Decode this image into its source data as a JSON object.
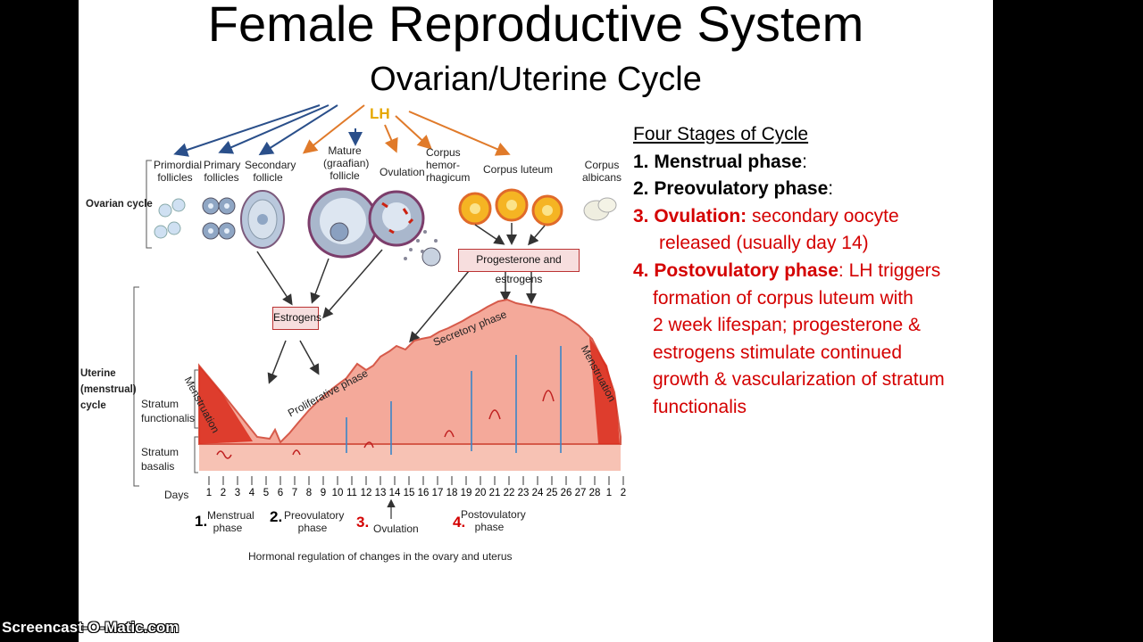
{
  "slide": {
    "title": "Female Reproductive System",
    "subtitle": "Ovarian/Uterine Cycle"
  },
  "diagram": {
    "lh": "LH",
    "ovarian_cycle_label": "Ovarian cycle",
    "uterine_cycle_label": "Uterine (menstrual) cycle",
    "follicles": {
      "primordial": "Primordial follicles",
      "primary": "Primary follicles",
      "secondary": "Secondary follicle",
      "mature": "Mature (graafian) follicle",
      "ovulation": "Ovulation",
      "corpus_hemorrhagicum": "Corpus hemor- rhagicum",
      "corpus_luteum": "Corpus luteum",
      "corpus_albicans": "Corpus albicans"
    },
    "progesterone_box": "Progesterone and estrogens",
    "estrogens_box": "Estrogens",
    "layers": {
      "functionalis": "Stratum functionalis",
      "basalis": "Stratum basalis"
    },
    "phases": {
      "menstruation_left": "Menstruation",
      "proliferative": "Proliferative phase",
      "secretory": "Secretory phase",
      "menstruation_right": "Menstruation"
    },
    "days_label": "Days",
    "days": [
      "1",
      "2",
      "3",
      "4",
      "5",
      "6",
      "7",
      "8",
      "9",
      "10",
      "11",
      "12",
      "13",
      "14",
      "15",
      "16",
      "17",
      "18",
      "19",
      "20",
      "21",
      "22",
      "23",
      "24",
      "25",
      "26",
      "27",
      "28",
      "1",
      "2"
    ],
    "bottom_labels": {
      "n1": "1.",
      "menstrual": "Menstrual phase",
      "n2": "2.",
      "preovulatory": "Preovulatory phase",
      "n3": "3.",
      "ovulation": "Ovulation",
      "n4": "4.",
      "postovulatory": "Postovulatory phase"
    },
    "caption": "Hormonal regulation of changes in the ovary and uterus"
  },
  "stages": {
    "heading": "Four Stages of Cycle",
    "s1": "1. Menstrual phase",
    "s1_colon": ":",
    "s2": "2. Preovulatory phase",
    "s2_colon": ":",
    "s3": "3. Ovulation:",
    "s3_text": " secondary oocyte",
    "s3_cont": "released (usually day 14)",
    "s4": "4. Postovulatory phase",
    "s4_colon": ":",
    "s4_text": "  LH triggers",
    "s4_l1": "formation of corpus luteum with",
    "s4_l2": "2 week lifespan; progesterone &",
    "s4_l3": "estrogens stimulate continued",
    "s4_l4": "growth & vascularization of stratum",
    "s4_l5": "functionalis"
  },
  "watermark": "Screencast-O-Matic.com",
  "colors": {
    "red": "#d40000",
    "lh": "#e6a800",
    "tissue": "#f4a99a"
  }
}
